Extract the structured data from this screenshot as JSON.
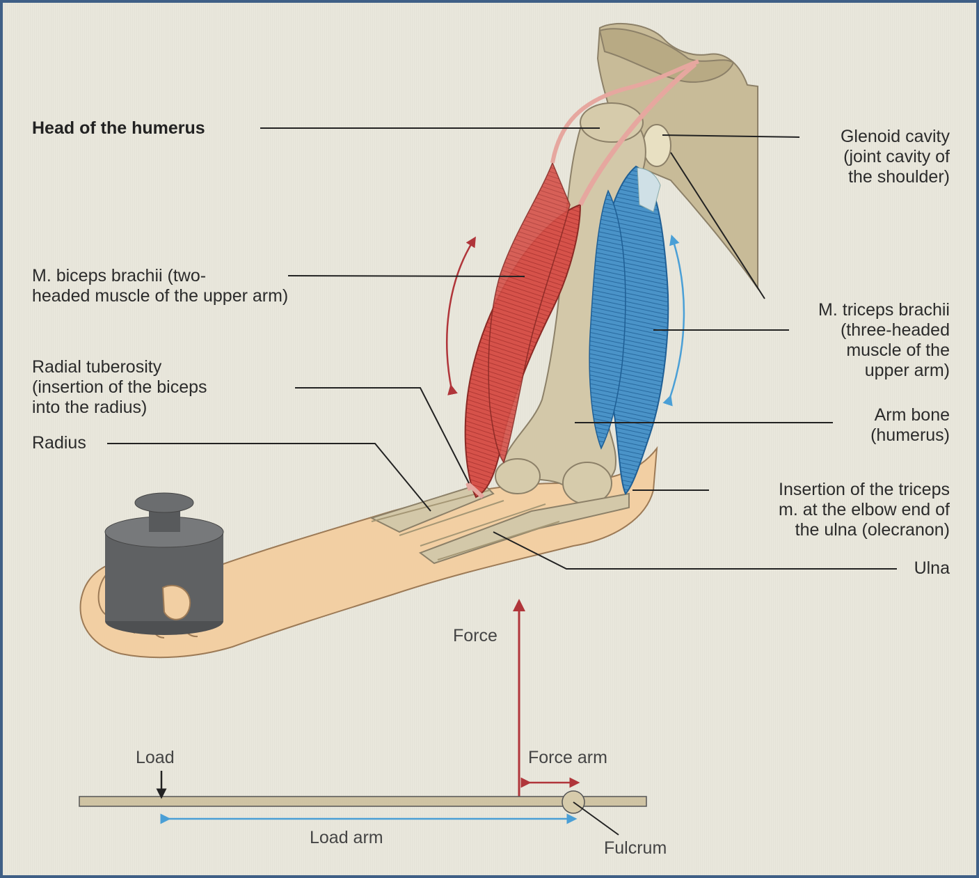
{
  "labels": {
    "head_of_humerus": "Head of the humerus",
    "glenoid_cavity": "Glenoid cavity\n(joint cavity of\nthe shoulder)",
    "biceps": "M. biceps brachii (two-\nheaded muscle of the upper arm)",
    "triceps": "M. triceps brachii\n(three-headed\nmuscle of the\nupper arm)",
    "radial_tuberosity": "Radial tuberosity\n(insertion of the biceps\ninto the radius)",
    "radius": "Radius",
    "arm_bone": "Arm bone\n(humerus)",
    "triceps_insertion": "Insertion of the triceps\nm. at the elbow end of\nthe ulna (olecranon)",
    "ulna": "Ulna",
    "force": "Force",
    "load": "Load",
    "force_arm": "Force arm",
    "load_arm": "Load arm",
    "fulcrum": "Fulcrum"
  },
  "colors": {
    "frame": "#3f5f86",
    "background": "#e9e7dc",
    "bone": "#cfc3a3",
    "skin": "#f2cfa3",
    "biceps_red": "#d9534a",
    "triceps_blue": "#3f8cc6",
    "weight_gray": "#5f6163",
    "force_arrow": "#b0353a",
    "load_arm_arrow": "#4a9fd6"
  }
}
